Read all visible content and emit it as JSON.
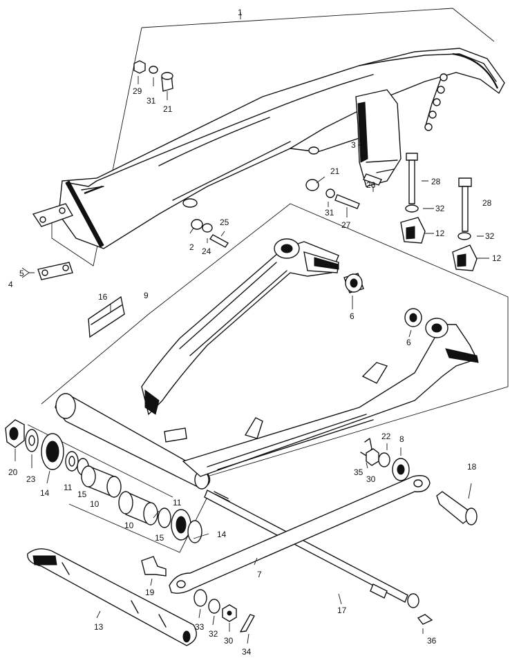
{
  "diagram": {
    "callouts": [
      {
        "id": "c1",
        "text": "1"
      },
      {
        "id": "c2",
        "text": "2"
      },
      {
        "id": "c3",
        "text": "3"
      },
      {
        "id": "c4",
        "text": "4"
      },
      {
        "id": "c5",
        "text": "5"
      },
      {
        "id": "c6a",
        "text": "6"
      },
      {
        "id": "c6b",
        "text": "6"
      },
      {
        "id": "c7",
        "text": "7"
      },
      {
        "id": "c8",
        "text": "8"
      },
      {
        "id": "c9",
        "text": "9"
      },
      {
        "id": "c10a",
        "text": "10"
      },
      {
        "id": "c10b",
        "text": "10"
      },
      {
        "id": "c11a",
        "text": "11"
      },
      {
        "id": "c11b",
        "text": "11"
      },
      {
        "id": "c12a",
        "text": "12"
      },
      {
        "id": "c12b",
        "text": "12"
      },
      {
        "id": "c13",
        "text": "13"
      },
      {
        "id": "c14a",
        "text": "14"
      },
      {
        "id": "c14b",
        "text": "14"
      },
      {
        "id": "c15a",
        "text": "15"
      },
      {
        "id": "c15b",
        "text": "15"
      },
      {
        "id": "c16",
        "text": "16"
      },
      {
        "id": "c17",
        "text": "17"
      },
      {
        "id": "c18",
        "text": "18"
      },
      {
        "id": "c19",
        "text": "19"
      },
      {
        "id": "c20",
        "text": "20"
      },
      {
        "id": "c21a",
        "text": "21"
      },
      {
        "id": "c21b",
        "text": "21"
      },
      {
        "id": "c22",
        "text": "22"
      },
      {
        "id": "c23",
        "text": "23"
      },
      {
        "id": "c24",
        "text": "24"
      },
      {
        "id": "c25",
        "text": "25"
      },
      {
        "id": "c26",
        "text": "26"
      },
      {
        "id": "c27",
        "text": "27"
      },
      {
        "id": "c28a",
        "text": "28"
      },
      {
        "id": "c28b",
        "text": "28"
      },
      {
        "id": "c29",
        "text": "29"
      },
      {
        "id": "c30a",
        "text": "30"
      },
      {
        "id": "c30b",
        "text": "30"
      },
      {
        "id": "c31a",
        "text": "31"
      },
      {
        "id": "c31b",
        "text": "31"
      },
      {
        "id": "c32a",
        "text": "32"
      },
      {
        "id": "c32b",
        "text": "32"
      },
      {
        "id": "c32c",
        "text": "32"
      },
      {
        "id": "c33",
        "text": "33"
      },
      {
        "id": "c34",
        "text": "34"
      },
      {
        "id": "c35",
        "text": "35"
      },
      {
        "id": "c36",
        "text": "36"
      }
    ]
  }
}
